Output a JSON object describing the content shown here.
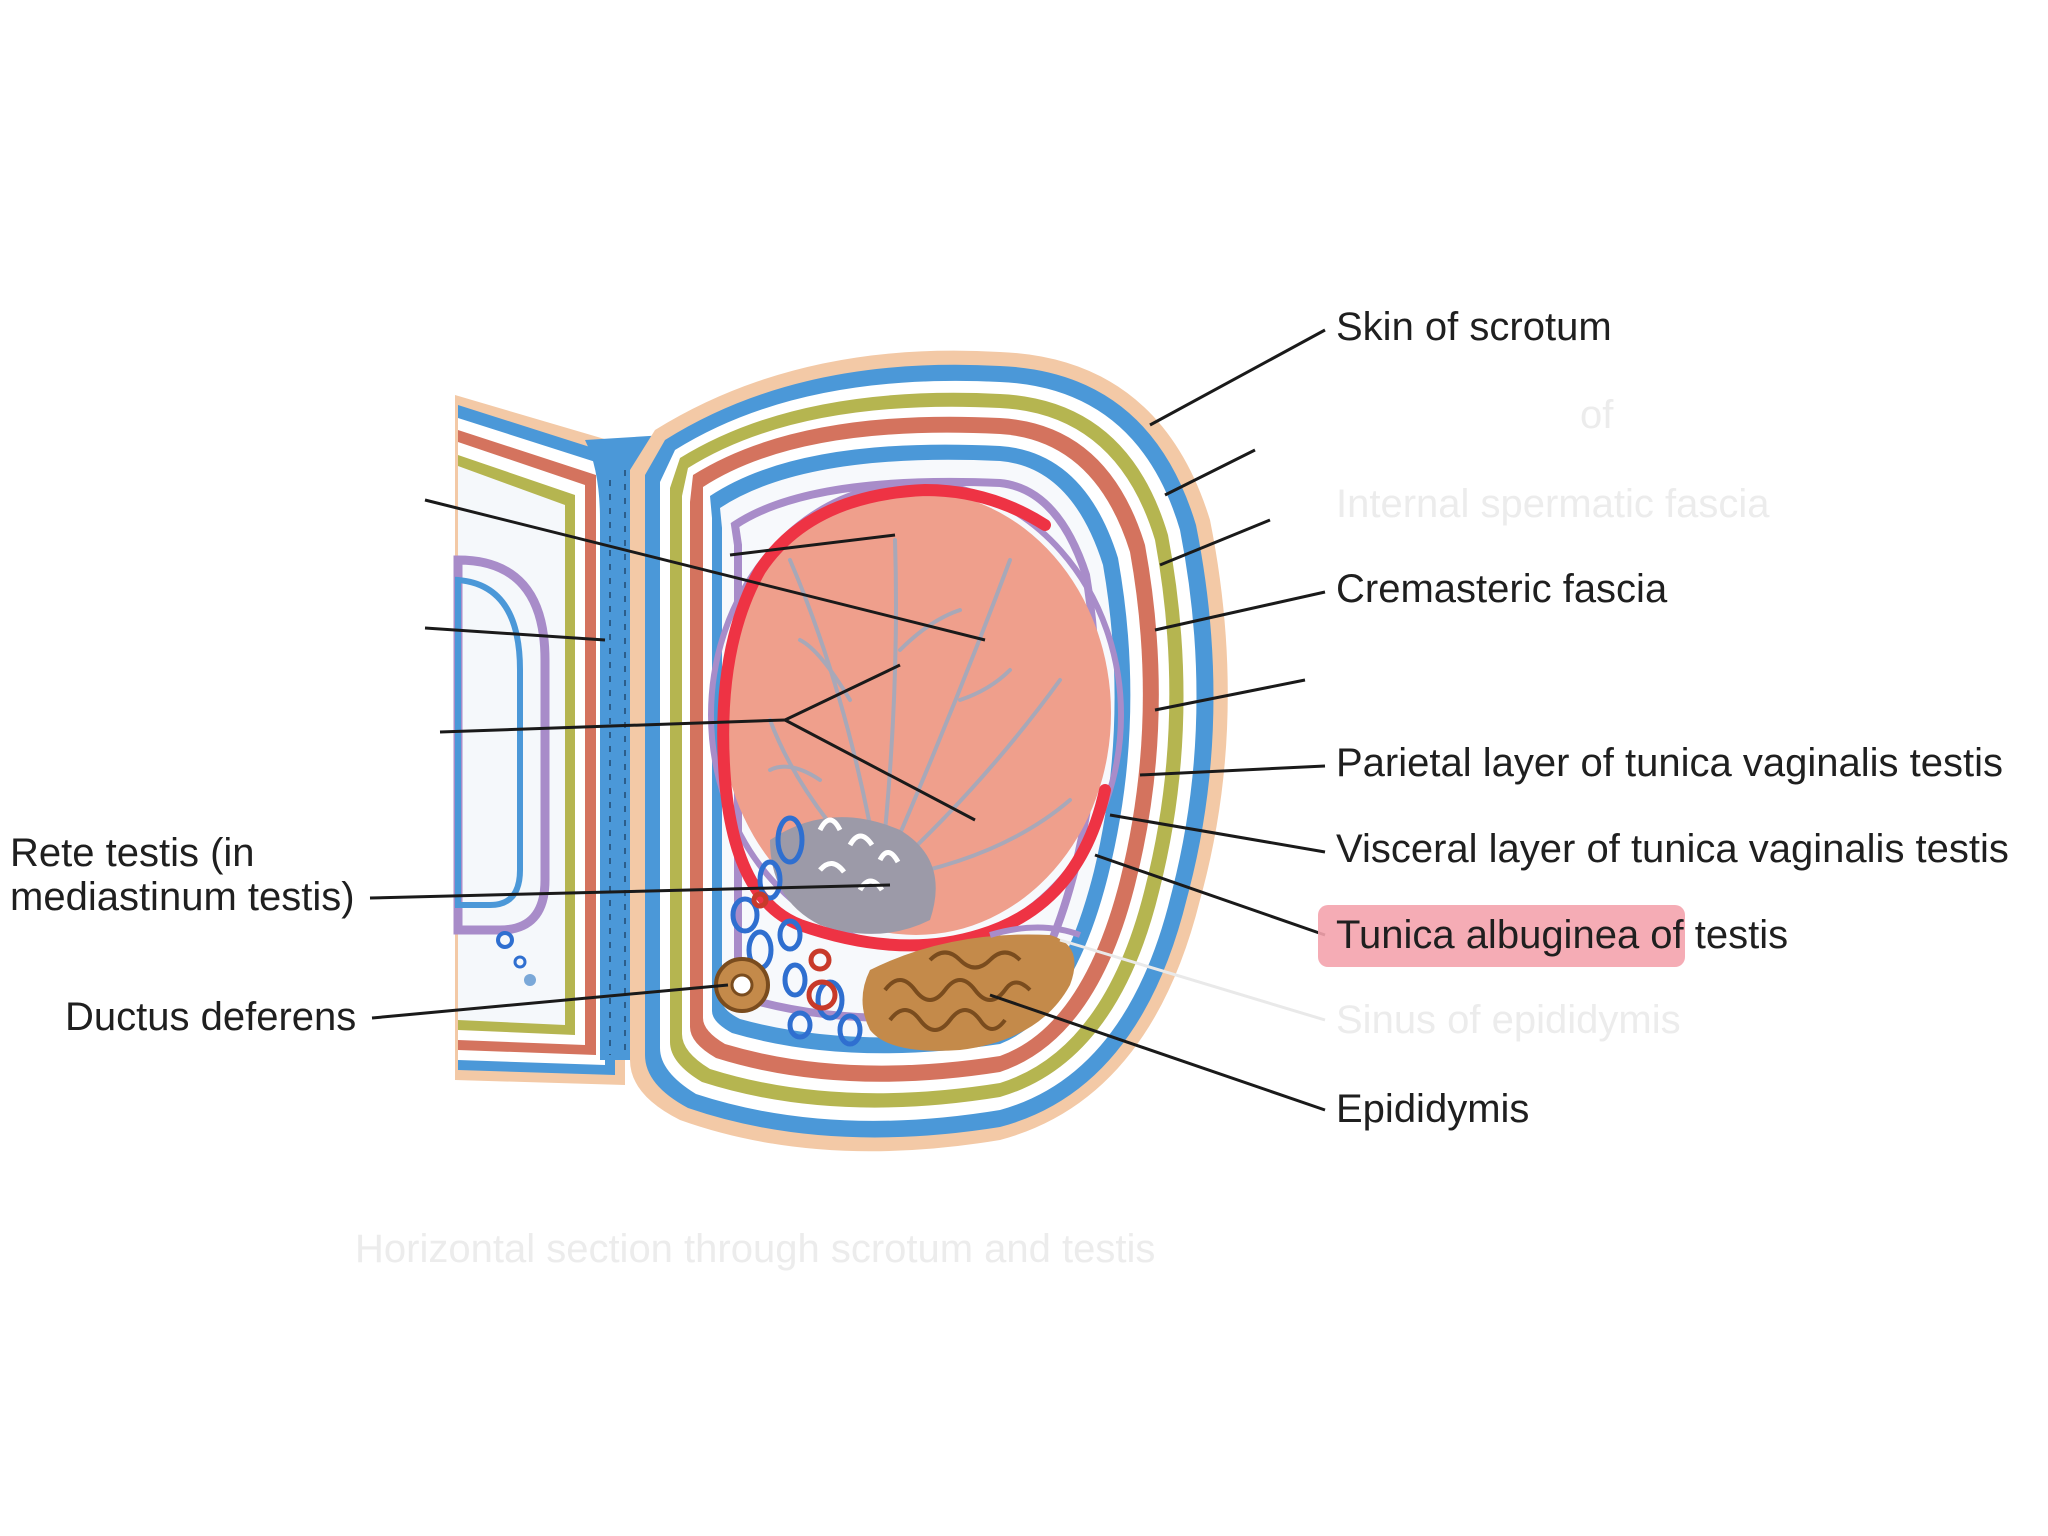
{
  "diagram": {
    "colors": {
      "skin": "#f3c9a6",
      "dartos_blue": "#4b98d8",
      "muscle_red": "#d4735e",
      "fascia_green": "#b5b550",
      "tunica_purple": "#a88cc9",
      "testis_pink": "#ef9f8c",
      "albuginea_highlight": "#ee3344",
      "label_highlight": "#f4a3ad",
      "epididymis": "#c48a4a",
      "duct_blue": "#2f6fd0"
    },
    "labels": {
      "skin_of_scrotum": "Skin of scrotum",
      "cremasteric_fascia": "Cremasteric fascia",
      "parietal_layer": "Parietal layer of tunica vaginalis testis",
      "visceral_layer": "Visceral layer of tunica vaginalis testis",
      "tunica_albuginea": "Tunica albuginea of testis",
      "epididymis": "Epididymis",
      "rete_testis_line1": "Rete testis (in",
      "rete_testis_line2": "mediastinum testis)",
      "ductus_deferens": "Ductus deferens"
    },
    "faded_labels": {
      "sinus_of_epididymis": "Sinus of epididymis",
      "internal_spermatic": "Internal spermatic fascia",
      "of_fragment": "of",
      "bottom_caption": "Horizontal section through scrotum and testis"
    }
  }
}
